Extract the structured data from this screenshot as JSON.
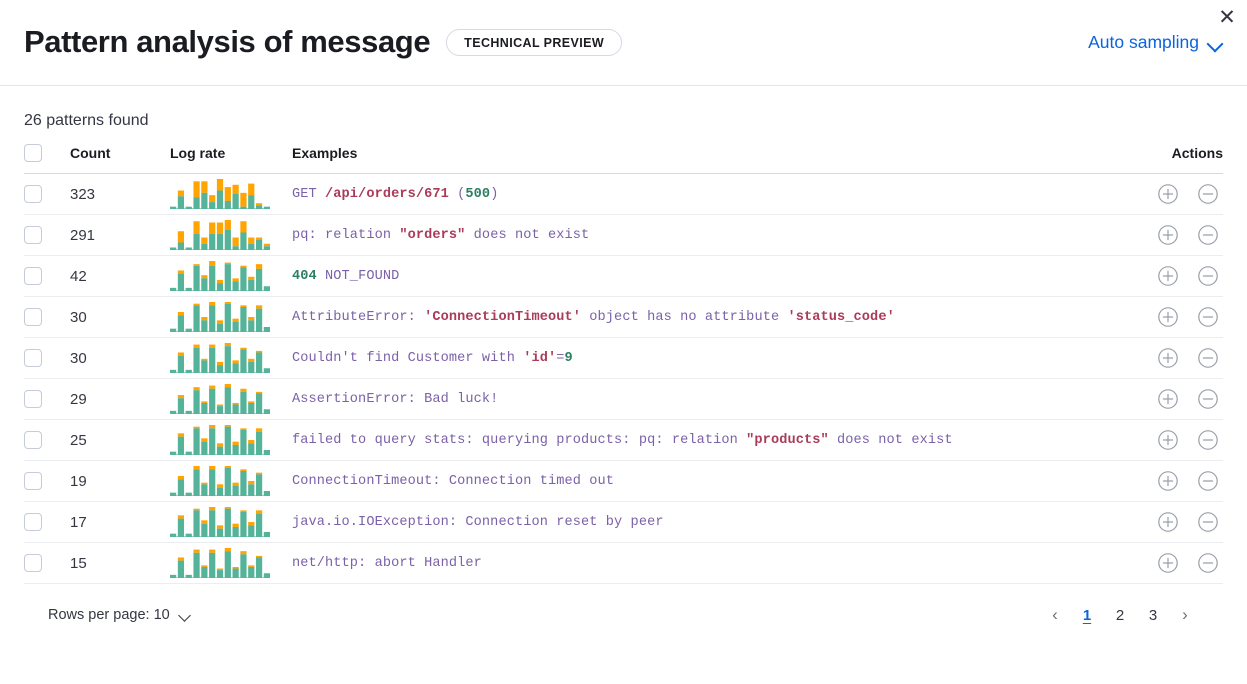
{
  "header": {
    "title": "Pattern analysis of message",
    "badge": "TECHNICAL PREVIEW",
    "sampling_label": "Auto sampling",
    "chevron_icon": "chevron-down-icon",
    "close_icon": "close-icon",
    "close_glyph": "✕"
  },
  "summary": {
    "patterns_found": "26 patterns found"
  },
  "table": {
    "columns": {
      "select": "",
      "count": "Count",
      "log_rate": "Log rate",
      "examples": "Examples",
      "actions": "Actions"
    },
    "rows": [
      {
        "count": "323",
        "tokens": [
          {
            "t": "GET ",
            "c": "kw"
          },
          {
            "t": "/api/orders/671",
            "c": "str"
          },
          {
            "t": " (",
            "c": "kw"
          },
          {
            "t": "500",
            "c": "num"
          },
          {
            "t": ")",
            "c": "kw"
          }
        ],
        "spark": {
          "teal": [
            2,
            11,
            2,
            10,
            14,
            6,
            16,
            7,
            13,
            2,
            12,
            3,
            2
          ],
          "orange": [
            0,
            5,
            0,
            14,
            10,
            6,
            10,
            12,
            8,
            12,
            10,
            2,
            0
          ]
        }
      },
      {
        "count": "291",
        "tokens": [
          {
            "t": "pq: relation ",
            "c": "kw"
          },
          {
            "t": "\"orders\"",
            "c": "str"
          },
          {
            "t": " does not exist",
            "c": "kw"
          }
        ],
        "spark": {
          "teal": [
            2,
            6,
            2,
            13,
            5,
            13,
            13,
            16,
            3,
            14,
            5,
            8,
            3
          ],
          "orange": [
            0,
            9,
            0,
            10,
            5,
            9,
            9,
            8,
            7,
            9,
            5,
            2,
            2
          ]
        }
      },
      {
        "count": "42",
        "tokens": [
          {
            "t": "404",
            "c": "num"
          },
          {
            "t": " NOT_FOUND",
            "c": "kw"
          }
        ],
        "spark": {
          "teal": [
            2,
            11,
            2,
            16,
            8,
            16,
            5,
            17,
            6,
            15,
            7,
            14,
            3
          ],
          "orange": [
            0,
            2,
            0,
            1,
            2,
            3,
            2,
            1,
            2,
            1,
            2,
            3,
            0
          ]
        }
      },
      {
        "count": "30",
        "tokens": [
          {
            "t": "AttributeError: ",
            "c": "kw"
          },
          {
            "t": "'ConnectionTimeout'",
            "c": "str"
          },
          {
            "t": " object has no attribute ",
            "c": "kw"
          },
          {
            "t": "'status_code'",
            "c": "str"
          }
        ],
        "spark": {
          "teal": [
            2,
            10,
            2,
            16,
            7,
            16,
            5,
            17,
            6,
            15,
            7,
            14,
            3
          ],
          "orange": [
            0,
            2,
            0,
            1,
            2,
            2,
            2,
            1,
            2,
            1,
            2,
            2,
            0
          ]
        }
      },
      {
        "count": "30",
        "tokens": [
          {
            "t": "Couldn't find Customer with ",
            "c": "kw"
          },
          {
            "t": "'id'",
            "c": "str"
          },
          {
            "t": "=",
            "c": "kw"
          },
          {
            "t": "9",
            "c": "num"
          }
        ],
        "spark": {
          "teal": [
            2,
            11,
            2,
            16,
            8,
            16,
            5,
            17,
            6,
            15,
            7,
            13,
            3
          ],
          "orange": [
            0,
            2,
            0,
            2,
            1,
            2,
            2,
            2,
            2,
            1,
            2,
            1,
            0
          ]
        }
      },
      {
        "count": "29",
        "tokens": [
          {
            "t": "AssertionError: Bad luck!",
            "c": "kw"
          }
        ],
        "spark": {
          "teal": [
            2,
            10,
            2,
            15,
            7,
            16,
            5,
            17,
            6,
            14,
            7,
            13,
            3
          ],
          "orange": [
            0,
            2,
            0,
            2,
            1,
            2,
            1,
            2,
            1,
            2,
            1,
            1,
            0
          ]
        }
      },
      {
        "count": "25",
        "tokens": [
          {
            "t": "failed to query stats: querying products: pq: relation ",
            "c": "kw"
          },
          {
            "t": "\"products\"",
            "c": "str"
          },
          {
            "t": " does not exist",
            "c": "kw"
          }
        ],
        "spark": {
          "teal": [
            2,
            11,
            2,
            16,
            8,
            16,
            5,
            17,
            6,
            15,
            7,
            14,
            3
          ],
          "orange": [
            0,
            2,
            0,
            1,
            2,
            2,
            2,
            1,
            2,
            1,
            2,
            2,
            0
          ]
        }
      },
      {
        "count": "19",
        "tokens": [
          {
            "t": "ConnectionTimeout: Connection timed out",
            "c": "kw"
          }
        ],
        "spark": {
          "teal": [
            2,
            10,
            2,
            16,
            7,
            16,
            5,
            17,
            6,
            15,
            7,
            13,
            3
          ],
          "orange": [
            0,
            2,
            0,
            2,
            1,
            2,
            2,
            1,
            2,
            1,
            2,
            1,
            0
          ]
        }
      },
      {
        "count": "17",
        "tokens": [
          {
            "t": "java.io.IOException: Connection reset by peer",
            "c": "kw"
          }
        ],
        "spark": {
          "teal": [
            2,
            11,
            2,
            16,
            8,
            16,
            5,
            17,
            6,
            15,
            7,
            14,
            3
          ],
          "orange": [
            0,
            2,
            0,
            1,
            2,
            2,
            2,
            1,
            2,
            1,
            2,
            2,
            0
          ]
        }
      },
      {
        "count": "15",
        "tokens": [
          {
            "t": "net/http: abort Handler",
            "c": "kw"
          }
        ],
        "spark": {
          "teal": [
            2,
            11,
            2,
            16,
            7,
            16,
            5,
            17,
            6,
            15,
            7,
            13,
            3
          ],
          "orange": [
            0,
            2,
            0,
            2,
            1,
            2,
            1,
            2,
            1,
            2,
            1,
            1,
            0
          ]
        }
      }
    ],
    "action_icons": {
      "add": "plus-circle-icon",
      "remove": "minus-circle-icon"
    }
  },
  "footer": {
    "rows_per_page_label": "Rows per page: 10",
    "prev_glyph": "‹",
    "next_glyph": "›",
    "pages": [
      "1",
      "2",
      "3"
    ],
    "active_page": "1"
  },
  "colors": {
    "accent": "#0b64dd",
    "spark_teal": "#54b399",
    "spark_orange": "#ffa400",
    "token_string": "#aa3b5a",
    "token_number": "#2a7f62",
    "token_keyword": "#7b61a8"
  }
}
